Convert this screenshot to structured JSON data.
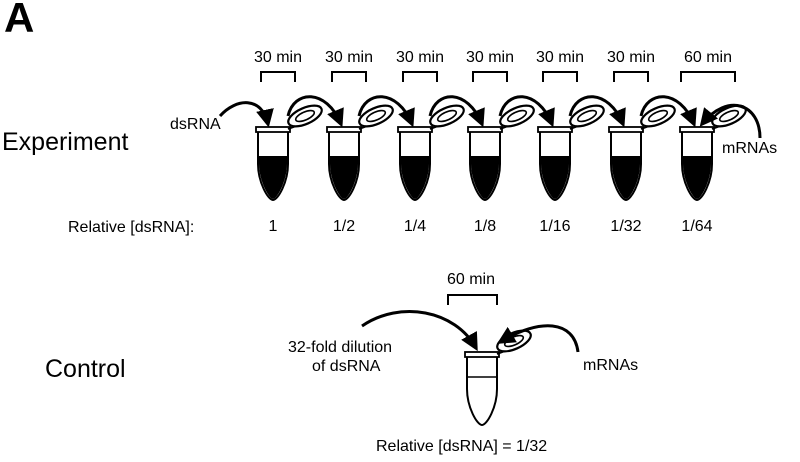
{
  "panel_label": "A",
  "experiment": {
    "label": "Experiment",
    "input_label": "dsRNA",
    "output_label": "mRNAs",
    "relative_label": "Relative [dsRNA]:",
    "times": [
      "30 min",
      "30 min",
      "30 min",
      "30 min",
      "30 min",
      "30 min",
      "60 min"
    ],
    "ratios": [
      "1",
      "1/2",
      "1/4",
      "1/8",
      "1/16",
      "1/32",
      "1/64"
    ]
  },
  "control": {
    "label": "Control",
    "input_label_line1": "32-fold dilution",
    "input_label_line2": "of dsRNA",
    "output_label": "mRNAs",
    "time": "60 min",
    "relative_label": "Relative [dsRNA] = 1/32"
  }
}
